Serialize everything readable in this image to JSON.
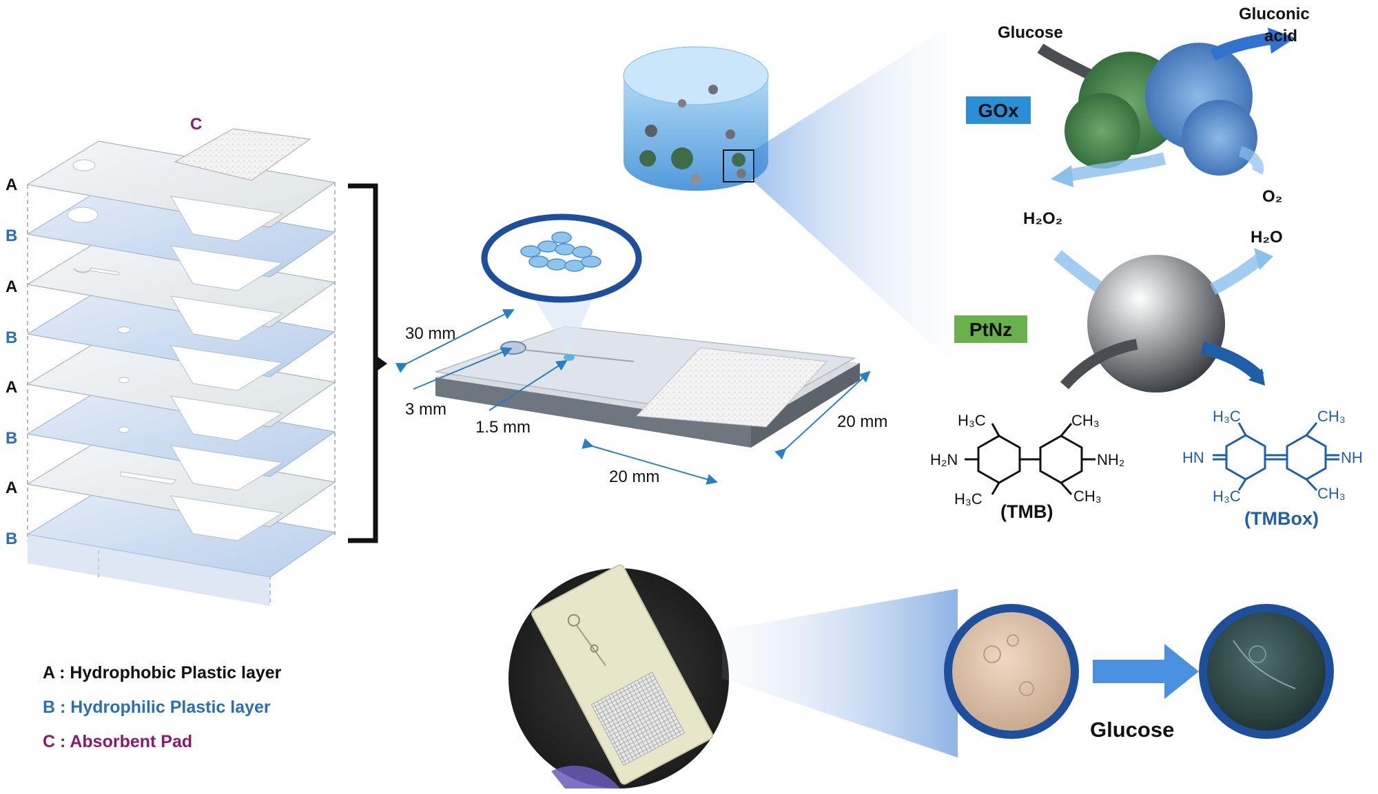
{
  "layers": {
    "labels": [
      "A",
      "B",
      "A",
      "B",
      "A",
      "B",
      "A",
      "B"
    ],
    "pad_label": "C"
  },
  "legend": {
    "a": "A : Hydrophobic Plastic layer",
    "b": "B : Hydrophilic Plastic layer",
    "c": "C : Absorbent Pad"
  },
  "dimensions": {
    "width_30": "30 mm",
    "inlet_3": "3 mm",
    "channel_1_5": "1.5 mm",
    "pad_20_a": "20 mm",
    "pad_20_b": "20 mm"
  },
  "reaction": {
    "glucose": "Glucose",
    "gluconic_line1": "Gluconic",
    "gluconic_line2": "acid",
    "gox": "GOx",
    "o2": "O₂",
    "h2o2": "H₂O₂",
    "h2o": "H₂O",
    "ptnz": "PtNz"
  },
  "tmb": {
    "h3c_top": "H₃C",
    "ch3_top": "CH₃",
    "h2n": "H₂N",
    "nh2": "NH₂",
    "h3c_bottom": "H₃C",
    "ch3_bottom": "CH₃",
    "name": "(TMB)"
  },
  "tmbox": {
    "h3c_top": "H₃C",
    "ch3_top": "CH₃",
    "hn": "HN",
    "nh": "NH",
    "h3c_bottom": "H₃C",
    "ch3_bottom": "CH₃",
    "name": "(TMBox)"
  },
  "result": {
    "glucose": "Glucose"
  },
  "colors": {
    "label_a": "#111111",
    "label_b": "#2a6fb5",
    "label_c": "#8b1a6b",
    "gox_box": "#2b8fd6",
    "ptnz_box": "#6ab04c",
    "tmbox_blue": "#1f5fa8",
    "dim_line": "#2a7fc1"
  }
}
